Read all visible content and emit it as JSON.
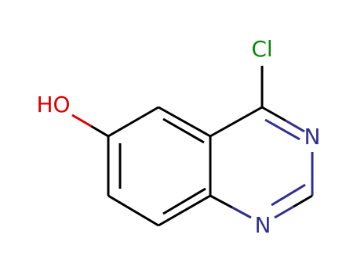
{
  "labels": {
    "chlorine": "Cl",
    "hydroxyl": "HO",
    "nitrogen_upper": "N",
    "nitrogen_lower": "N"
  },
  "colors": {
    "bond": "#000000",
    "chlorine": "#0a8a0a",
    "oxygen": "#e00000",
    "nitrogen": "#2f2f8f"
  }
}
